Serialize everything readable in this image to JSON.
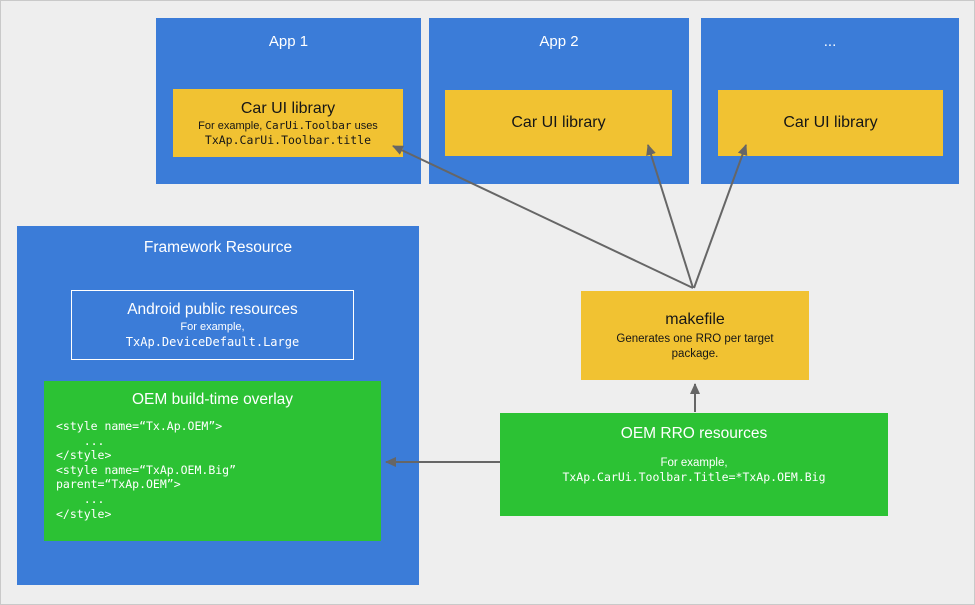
{
  "colors": {
    "blue": "#3b7cd8",
    "yellow": "#f1c232",
    "green": "#2cc234",
    "arrow": "#666666",
    "background": "#eeeeee"
  },
  "apps": [
    {
      "title": "App 1",
      "library": {
        "title": "Car UI library",
        "example_prefix": "For example, ",
        "example_code": "CarUi.Toolbar",
        "example_suffix": " uses",
        "example_line2": "TxAp.CarUi.Toolbar.title"
      }
    },
    {
      "title": "App 2",
      "library": {
        "title": "Car UI library"
      }
    },
    {
      "title": "...",
      "library": {
        "title": "Car UI library"
      }
    }
  ],
  "framework": {
    "title": "Framework Resource",
    "android_public": {
      "title": "Android public resources",
      "example_label": "For example,",
      "example_code": "TxAp.DeviceDefault.Large"
    },
    "oem_overlay": {
      "title": "OEM build-time overlay",
      "code_lines": [
        "<style name=“Tx.Ap.OEM”>",
        "    ...",
        "</style>",
        "<style name=“TxAp.OEM.Big”",
        "parent=“TxAp.OEM”>",
        "    ...",
        "</style>"
      ]
    }
  },
  "makefile": {
    "title": "makefile",
    "subtitle": "Generates one RRO per target package."
  },
  "oem_rro": {
    "title": "OEM RRO resources",
    "example_label": "For example,",
    "example_code": "TxAp.CarUi.Toolbar.Title=*TxAp.OEM.Big"
  }
}
